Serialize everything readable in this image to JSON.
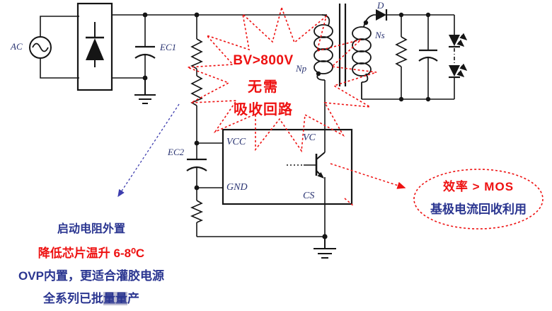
{
  "colors": {
    "accent_red": "#ee1111",
    "accent_navy": "#2a3590",
    "wire": "#151515"
  },
  "schematic": {
    "ac": "AC",
    "ec1": "EC1",
    "ec2": "EC2",
    "np": "Np",
    "ns": "Ns",
    "d": "D",
    "vcc": "VCC",
    "vc": "VC",
    "gnd": "GND",
    "cs": "CS"
  },
  "burst": {
    "line1": "BV>800V",
    "line2": "无需",
    "line3": "吸收回路"
  },
  "callout": {
    "line1": "效率 > MOS",
    "line2": "基极电流回收利用"
  },
  "notes": {
    "line1": "启动电阻外置",
    "line2": "降低芯片温升 6-8⁰C",
    "line3": "OVP内置，更适合灌胶电源",
    "line4_pre": "全系列已批",
    "line4_hl": "量量",
    "line4_post": "产"
  }
}
